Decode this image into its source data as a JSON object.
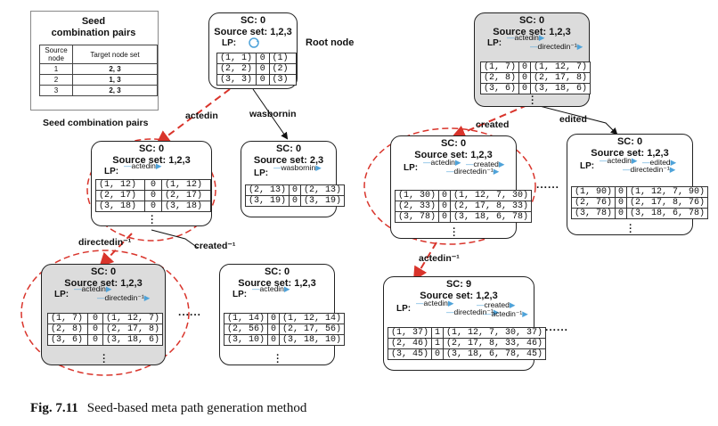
{
  "seed_panel": {
    "title": "Seed\ncombination pairs",
    "headers": [
      "Source\nnode",
      "Target node set"
    ],
    "rows": [
      [
        "1",
        "2, 3"
      ],
      [
        "2",
        "1, 3"
      ],
      [
        "3",
        "2, 3"
      ]
    ],
    "caption": "Seed combination pairs"
  },
  "root_label": "Root node",
  "figure_caption": {
    "number": "Fig. 7.11",
    "text": "Seed-based meta path generation method"
  },
  "colors": {
    "arrow": "#4fa3d9",
    "highlight": "#d9342b",
    "node_gray": "#dcdcdc"
  },
  "nodes": [
    {
      "id": "root",
      "sc": "SC: 0",
      "source": "Source set: 1,2,3",
      "lp_label": "LP:",
      "lp": [],
      "lp_icon": "self-loop-icon",
      "rows": [
        [
          "(1, 1)",
          "0",
          "(1)"
        ],
        [
          "(2, 2)",
          "0",
          "(2)"
        ],
        [
          "(3, 3)",
          "0",
          "(3)"
        ]
      ],
      "more": false,
      "gray": false
    },
    {
      "id": "actedin",
      "sc": "SC: 0",
      "source": "Source set: 1,2,3",
      "lp_label": "LP:",
      "lp": [
        "actedin"
      ],
      "rows": [
        [
          "(1, 12)",
          "0",
          "(1, 12)"
        ],
        [
          "(2, 17)",
          "0",
          "(2, 17)"
        ],
        [
          "(3, 18)",
          "0",
          "(3, 18)"
        ]
      ],
      "more": true,
      "gray": false
    },
    {
      "id": "wasbornin",
      "sc": "SC: 0",
      "source": "Source set: 2,3",
      "lp_label": "LP:",
      "lp": [
        "wasbornin"
      ],
      "rows": [
        [
          "(2, 13)",
          "0",
          "(2, 13)"
        ],
        [
          "(3, 19)",
          "0",
          "(3, 19)"
        ]
      ],
      "more": false,
      "gray": false
    },
    {
      "id": "directedin",
      "sc": "SC: 0",
      "source": "Source set: 1,2,3",
      "lp_label": "LP:",
      "lp": [
        "actedin",
        "directedin⁻¹"
      ],
      "rows": [
        [
          "(1, 7)",
          "0",
          "(1, 12, 7)"
        ],
        [
          "(2, 8)",
          "0",
          "(2, 17, 8)"
        ],
        [
          "(3, 6)",
          "0",
          "(3, 18, 6)"
        ]
      ],
      "more": true,
      "gray": true
    },
    {
      "id": "created",
      "sc": "SC: 0",
      "source": "Source set: 1,2,3",
      "lp_label": "LP:",
      "lp": [
        "actedin"
      ],
      "rows": [
        [
          "(1, 14)",
          "0",
          "(1, 12, 14)"
        ],
        [
          "(2, 56)",
          "0",
          "(2, 17, 56)"
        ],
        [
          "(3, 10)",
          "0",
          "(3, 18, 10)"
        ]
      ],
      "more": true,
      "gray": false
    },
    {
      "id": "top-right",
      "sc": "SC: 0",
      "source": "Source set: 1,2,3",
      "lp_label": "LP:",
      "lp": [
        "actedin",
        "directedin⁻¹"
      ],
      "rows": [
        [
          "(1, 7)",
          "0",
          "(1, 12, 7)"
        ],
        [
          "(2, 8)",
          "0",
          "(2, 17, 8)"
        ],
        [
          "(3, 6)",
          "0",
          "(3, 18, 6)"
        ]
      ],
      "more": true,
      "gray": true
    },
    {
      "id": "mid-right",
      "sc": "SC: 0",
      "source": "Source set: 1,2,3",
      "lp_label": "LP:",
      "lp": [
        "actedin",
        "directedin⁻¹",
        "created"
      ],
      "rows": [
        [
          "(1, 30)",
          "0",
          "(1, 12, 7, 30)"
        ],
        [
          "(2, 33)",
          "0",
          "(2, 17, 8, 33)"
        ],
        [
          "(3, 78)",
          "0",
          "(3, 18, 6, 78)"
        ]
      ],
      "more": true,
      "gray": false
    },
    {
      "id": "edited",
      "sc": "SC: 0",
      "source": "Source set: 1,2,3",
      "lp_label": "LP:",
      "lp": [
        "actedin",
        "directedin⁻¹",
        "edited"
      ],
      "rows": [
        [
          "(1, 90)",
          "0",
          "(1, 12, 7, 90)"
        ],
        [
          "(2, 76)",
          "0",
          "(2, 17, 8, 76)"
        ],
        [
          "(3, 78)",
          "0",
          "(3, 18, 6, 78)"
        ]
      ],
      "more": true,
      "gray": false
    },
    {
      "id": "final",
      "sc": "SC: 9",
      "source": "Source set: 1,2,3",
      "lp_label": "LP:",
      "lp": [
        "actedin",
        "directedin⁻¹",
        "created",
        "actedin⁻¹"
      ],
      "rows": [
        [
          "(1, 37)",
          "1",
          "(1, 12, 7, 30, 37)"
        ],
        [
          "(2, 46)",
          "1",
          "(2, 17, 8, 33, 46)"
        ],
        [
          "(3, 45)",
          "0",
          "(3, 18, 6, 78, 45)"
        ]
      ],
      "more": false,
      "gray": false
    }
  ],
  "edge_labels": {
    "actedin": "actedin",
    "wasbornin": "wasbornin",
    "directedin_inv": "directedin⁻¹",
    "created_inv": "created⁻¹",
    "created": "created",
    "edited": "edited",
    "actedin_inv": "actedin⁻¹"
  },
  "ellipsis": "......"
}
